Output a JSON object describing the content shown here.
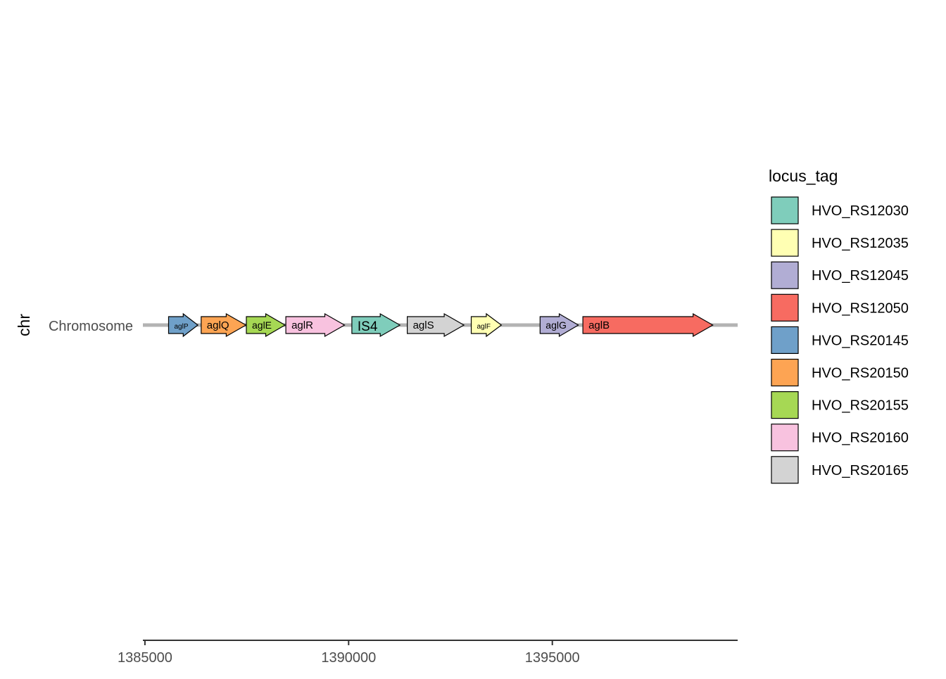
{
  "chart_data": {
    "type": "gene-arrow-map",
    "title": "",
    "xlabel": "",
    "ylabel": "chr",
    "molecule": "Chromosome",
    "xlim": [
      1384950,
      1399550
    ],
    "x_ticks": [
      1385000,
      1390000,
      1395000
    ],
    "x_tick_labels": [
      "1385000",
      "1390000",
      "1395000"
    ],
    "grid": false,
    "legend": {
      "title": "locus_tag",
      "placement": "right",
      "entries": [
        {
          "label": "HVO_RS12030",
          "color": "#7FCDBB"
        },
        {
          "label": "HVO_RS12035",
          "color": "#FFFFB3"
        },
        {
          "label": "HVO_RS12045",
          "color": "#B1ADD4"
        },
        {
          "label": "HVO_RS12050",
          "color": "#F76B61"
        },
        {
          "label": "HVO_RS20145",
          "color": "#6FA0C9"
        },
        {
          "label": "HVO_RS20150",
          "color": "#FDA453"
        },
        {
          "label": "HVO_RS20155",
          "color": "#A6D854"
        },
        {
          "label": "HVO_RS20160",
          "color": "#F8C2DF"
        },
        {
          "label": "HVO_RS20165",
          "color": "#D3D3D3"
        }
      ]
    },
    "genes": [
      {
        "label": "aglP",
        "locus_tag": "HVO_RS20145",
        "start": 1385580,
        "end": 1386300
      },
      {
        "label": "aglQ",
        "locus_tag": "HVO_RS20150",
        "start": 1386380,
        "end": 1387480
      },
      {
        "label": "aglE",
        "locus_tag": "HVO_RS20155",
        "start": 1387490,
        "end": 1388440
      },
      {
        "label": "aglR",
        "locus_tag": "HVO_RS20160",
        "start": 1388460,
        "end": 1389900
      },
      {
        "label": "IS4",
        "locus_tag": "HVO_RS12030",
        "start": 1390080,
        "end": 1391260
      },
      {
        "label": "aglS",
        "locus_tag": "HVO_RS20165",
        "start": 1391440,
        "end": 1392830
      },
      {
        "label": "aglF",
        "locus_tag": "HVO_RS12035",
        "start": 1393010,
        "end": 1393750
      },
      {
        "label": "aglG",
        "locus_tag": "HVO_RS12045",
        "start": 1394700,
        "end": 1395640
      },
      {
        "label": "aglB",
        "locus_tag": "HVO_RS12050",
        "start": 1395750,
        "end": 1398940
      }
    ]
  }
}
